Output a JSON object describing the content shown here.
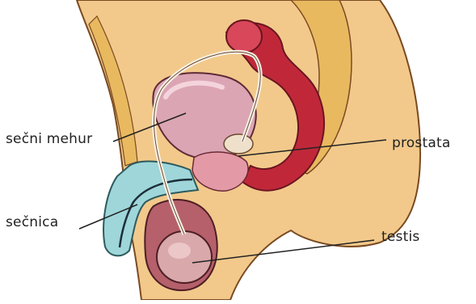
{
  "labels": {
    "bladder": "sečni mehur",
    "prostate": "prostata",
    "urethra": "sečnica",
    "testis": "testis"
  },
  "colors": {
    "skin": "#f2c98b",
    "skin_outline": "#7a4a20",
    "bladder": "#dba5b4",
    "rectum": "#c0283a",
    "prostate": "#e39aa6",
    "urethra_tube": "#9fd6d9",
    "testis": "#d9a8aa",
    "bone": "#e9b960"
  }
}
